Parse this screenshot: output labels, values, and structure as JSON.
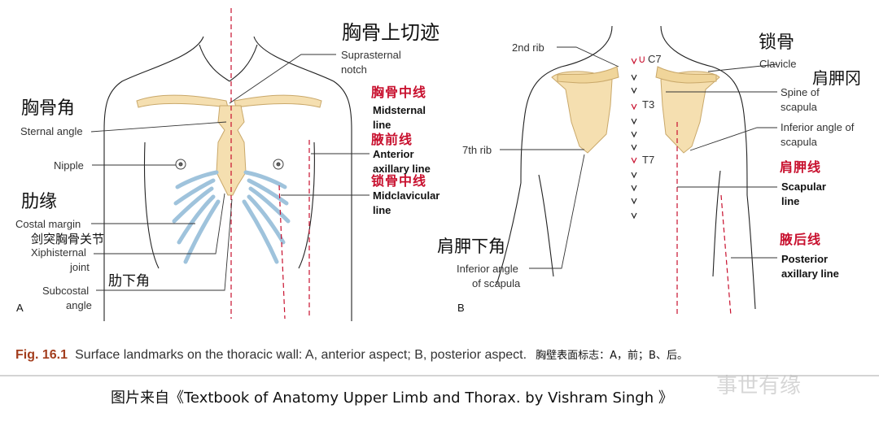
{
  "panel_a": {
    "label": "A",
    "cn_sternal_notch": "胸骨上切迹",
    "suprasternal_notch": [
      "Suprasternal",
      "notch"
    ],
    "cn_sternal_angle": "胸骨角",
    "sternal_angle": "Sternal angle",
    "nipple": "Nipple",
    "cn_costal_margin": "肋缘",
    "costal_margin": "Costal margin",
    "cn_xiphisternal": "剑突胸骨关节",
    "xiphisternal_joint": [
      "Xiphisternal",
      "joint"
    ],
    "subcostal_angle": [
      "Subcostal",
      "angle"
    ],
    "cn_subcostal": "肋下角",
    "cn_midsternal": "胸骨中线",
    "midsternal_line": [
      "Midsternal",
      "line"
    ],
    "cn_anterior_axillary": "腋前线",
    "anterior_axillary_line": [
      "Anterior",
      "axillary line"
    ],
    "cn_midclavicular": "锁骨中线",
    "midclavicular_line": [
      "Midclavicular",
      "line"
    ]
  },
  "panel_b": {
    "label": "B",
    "second_rib": "2nd rib",
    "c7": "C7",
    "t3": "T3",
    "t7": "T7",
    "seventh_rib": "7th rib",
    "cn_inferior_angle": "肩胛下角",
    "inferior_angle_scapula": [
      "Inferior angle",
      "of scapula"
    ],
    "cn_clavicle": "锁骨",
    "clavicle": "Clavicle",
    "cn_spine_scapula": "肩胛冈",
    "spine_of_scapula": [
      "Spine of",
      "scapula"
    ],
    "inferior_angle_of_scapula": [
      "Inferior angle of",
      "scapula"
    ],
    "cn_scapular_line": "肩胛线",
    "scapular_line": [
      "Scapular",
      "line"
    ],
    "cn_posterior_axillary": "腋后线",
    "posterior_axillary_line": [
      "Posterior",
      "axillary line"
    ]
  },
  "caption": {
    "fig_no": "Fig. 16.1",
    "text": "Surface landmarks on the thoracic wall: A, anterior aspect; B, posterior aspect.",
    "cn": "胸壁表面标志：A，前；B、后。"
  },
  "source": "图片来自《Textbook of Anatomy  Upper Limb and Thorax. by Vishram Singh 》",
  "watermark": "事世有缘"
}
